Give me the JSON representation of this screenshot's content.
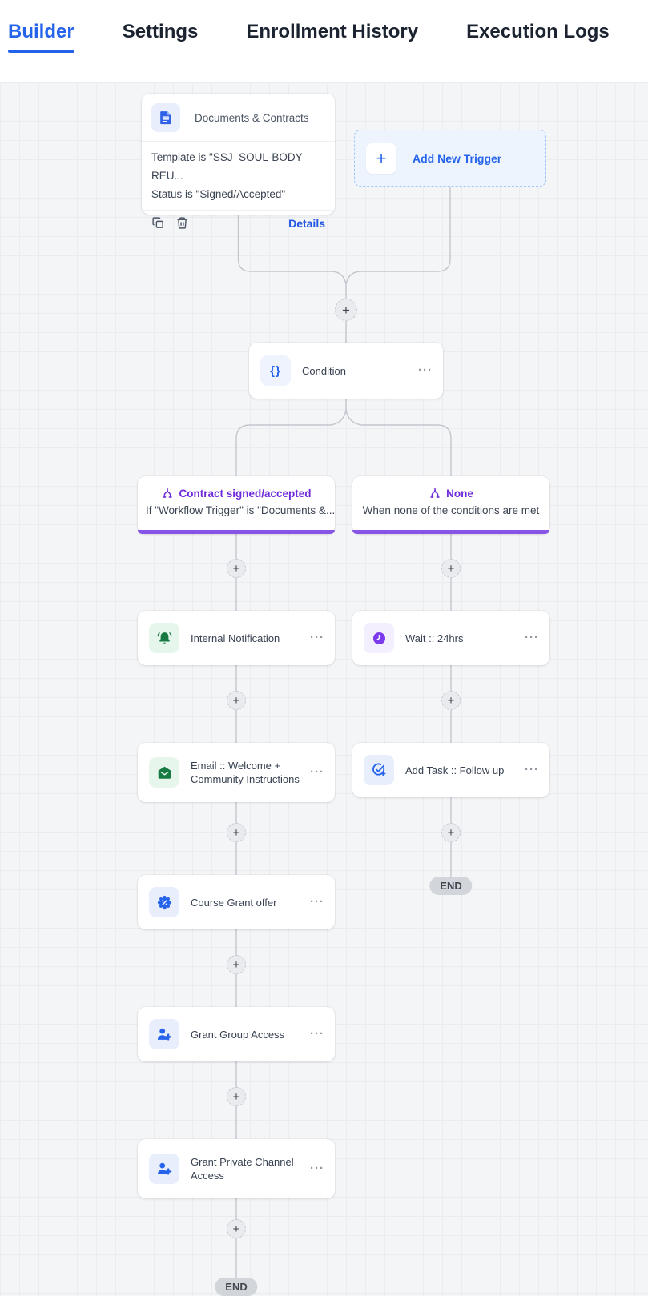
{
  "header": {
    "tabs": [
      {
        "label": "Builder",
        "active": true
      },
      {
        "label": "Settings",
        "active": false
      },
      {
        "label": "Enrollment History",
        "active": false
      },
      {
        "label": "Execution Logs",
        "active": false
      }
    ]
  },
  "icons": {
    "plus": "+",
    "dots": "···",
    "braces": "{}"
  },
  "trigger_card": {
    "title": "Documents & Contracts",
    "filters": [
      "Template is \"SSJ_SOUL-BODY REU...",
      "Status is \"Signed/Accepted\""
    ],
    "details_label": "Details"
  },
  "add_trigger": {
    "label": "Add New Trigger"
  },
  "condition_card": {
    "title": "Condition"
  },
  "branches": {
    "left": {
      "title": "Contract signed/accepted",
      "subtitle": "If \"Workflow Trigger\" is \"Documents &..."
    },
    "right": {
      "title": "None",
      "subtitle": "When none of the conditions are met"
    }
  },
  "actions": {
    "left": [
      {
        "title": "Internal Notification"
      },
      {
        "title": "Email :: Welcome + Community Instructions"
      },
      {
        "title": "Course Grant offer"
      },
      {
        "title": "Grant Group Access"
      },
      {
        "title": "Grant Private Channel Access"
      }
    ],
    "right": [
      {
        "title": "Wait :: 24hrs"
      },
      {
        "title": "Add Task :: Follow up"
      }
    ]
  },
  "end_label": "END",
  "colors": {
    "accent": "#2563eb",
    "purple": "#7c3aed",
    "green": "#177a43",
    "branch_bar": "#8655e6"
  }
}
